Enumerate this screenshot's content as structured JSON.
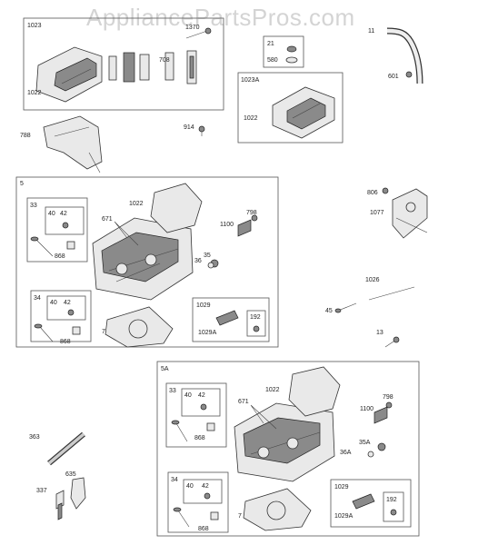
{
  "watermark": "AppliancePartsPros.com",
  "labels": {
    "box_1023": "1023",
    "l_1022a": "1022",
    "l_1370": "1370",
    "l_708": "708",
    "l_788": "788",
    "l_914": "914",
    "box_21": "21",
    "l_580": "580",
    "l_11": "11",
    "l_601": "601",
    "box_1023a": "1023A",
    "l_1022b": "1022",
    "box_5": "5",
    "box_33a": "33",
    "l_40a": "40",
    "l_42a": "42",
    "l_868a": "868",
    "l_671a": "671",
    "l_1022c": "1022",
    "l_1100a": "1100",
    "l_798a": "798",
    "l_36a": "36",
    "l_35a": "35",
    "box_34a": "34",
    "l_40b": "40",
    "l_42b": "42",
    "l_868b": "868",
    "l_7a": "7",
    "box_1029a": "1029",
    "l_1029Aa": "1029A",
    "l_192a": "192",
    "l_806": "806",
    "l_1077": "1077",
    "l_1026": "1026",
    "l_45": "45",
    "l_13": "13",
    "box_5a": "5A",
    "box_33b": "33",
    "l_40c": "40",
    "l_42c": "42",
    "l_868c": "868",
    "l_671b": "671",
    "l_1022d": "1022",
    "l_798b": "798",
    "l_1100b": "1100",
    "l_35Ab": "35A",
    "l_36Ab": "36A",
    "box_34b": "34",
    "l_40d": "40",
    "l_42d": "42",
    "l_868d": "868",
    "l_7b": "7",
    "box_1029b": "1029",
    "l_1029Ab": "1029A",
    "l_192b": "192",
    "l_363": "363",
    "l_635": "635",
    "l_337": "337"
  }
}
